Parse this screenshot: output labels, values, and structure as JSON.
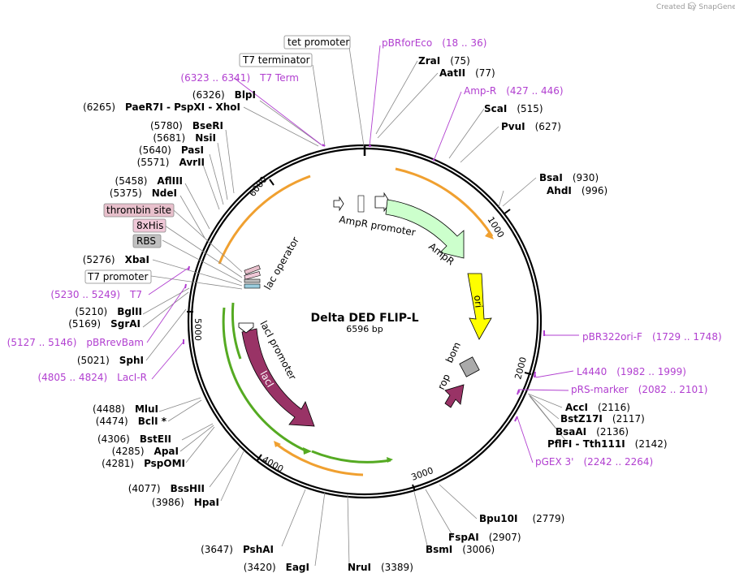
{
  "credit": "Created by SnapGene",
  "plasmid": {
    "name": "Delta DED FLIP-L",
    "size": "6596 bp"
  },
  "ticks": [
    "1000",
    "2000",
    "3000",
    "4000",
    "5000",
    "6000"
  ],
  "features": {
    "ampr_promoter": "AmpR promoter",
    "ampr": "AmpR",
    "ori": "ori",
    "rop": "rop",
    "bom": "bom",
    "laci": "lacI",
    "laci_promoter": "lacI promoter",
    "lac_operator": "lac operator"
  },
  "boxed_labels": {
    "tet_promoter": "tet promoter",
    "t7_terminator": "T7 terminator",
    "thrombin_site": "thrombin site",
    "his8": "8xHis",
    "rbs": "RBS",
    "t7_promoter": "T7 promoter"
  },
  "primers": [
    {
      "name": "pBRforEco",
      "range": "(18 .. 36)"
    },
    {
      "name": "Amp-R",
      "range": "(427 .. 446)"
    },
    {
      "name": "pBR322ori-F",
      "range": "(1729 .. 1748)"
    },
    {
      "name": "L4440",
      "range": "(1982 .. 1999)"
    },
    {
      "name": "pRS-marker",
      "range": "(2082 .. 2101)"
    },
    {
      "name": "pGEX 3'",
      "range": "(2242 .. 2264)"
    },
    {
      "name": "LacI-R",
      "range": "(4805 .. 4824)"
    },
    {
      "name": "pBRrevBam",
      "range": "(5127 .. 5146)"
    },
    {
      "name": "T7",
      "range": "(5230 .. 5249)"
    },
    {
      "name": "T7 Term",
      "range": "(6323 .. 6341)"
    }
  ],
  "sites_right": [
    {
      "name": "ZraI",
      "pos": "(75)"
    },
    {
      "name": "AatII",
      "pos": "(77)"
    },
    {
      "name": "ScaI",
      "pos": "(515)"
    },
    {
      "name": "PvuI",
      "pos": "(627)"
    },
    {
      "name": "BsaI",
      "pos": "(930)"
    },
    {
      "name": "AhdI",
      "pos": "(996)"
    },
    {
      "name": "AccI",
      "pos": "(2116)"
    },
    {
      "name": "BstZ17I",
      "pos": "(2117)"
    },
    {
      "name": "BsaAI",
      "pos": "(2136)"
    },
    {
      "name": "PflFI - Tth111I",
      "pos": "(2142)"
    },
    {
      "name": "Bpu10I",
      "pos": "(2779)"
    },
    {
      "name": "FspAI",
      "pos": "(2907)"
    },
    {
      "name": "BsmI",
      "pos": "(3006)"
    },
    {
      "name": "NruI",
      "pos": "(3389)"
    }
  ],
  "sites_left": [
    {
      "name": "BlpI",
      "pos": "(6326)"
    },
    {
      "name": "PaeR7I - PspXI - XhoI",
      "pos": "(6265)"
    },
    {
      "name": "BseRI",
      "pos": "(5780)"
    },
    {
      "name": "NsiI",
      "pos": "(5681)"
    },
    {
      "name": "PasI",
      "pos": "(5640)"
    },
    {
      "name": "AvrII",
      "pos": "(5571)"
    },
    {
      "name": "AflIII",
      "pos": "(5458)"
    },
    {
      "name": "NdeI",
      "pos": "(5375)"
    },
    {
      "name": "XbaI",
      "pos": "(5276)"
    },
    {
      "name": "BglII",
      "pos": "(5210)"
    },
    {
      "name": "SgrAI",
      "pos": "(5169)"
    },
    {
      "name": "SphI",
      "pos": "(5021)"
    },
    {
      "name": "MluI",
      "pos": "(4488)"
    },
    {
      "name": "BclI *",
      "pos": "(4474)"
    },
    {
      "name": "BstEII",
      "pos": "(4306)"
    },
    {
      "name": "ApaI",
      "pos": "(4285)"
    },
    {
      "name": "PspOMI",
      "pos": "(4281)"
    },
    {
      "name": "BssHII",
      "pos": "(4077)"
    },
    {
      "name": "HpaI",
      "pos": "(3986)"
    },
    {
      "name": "PshAI",
      "pos": "(3647)"
    },
    {
      "name": "EagI",
      "pos": "(3420)"
    }
  ],
  "colors": {
    "primer": "#b13fd0",
    "ampr": "#ccffcc",
    "ori": "#ffff00",
    "laci": "#993366",
    "rop": "#993366",
    "bom": "#aaaaaa",
    "orange_arc": "#f0a030",
    "green_arc": "#55aa22",
    "thrombin_fill": "#e8c0cc",
    "his_fill": "#f0c8d8",
    "rbs_fill": "#c0c0c0"
  }
}
